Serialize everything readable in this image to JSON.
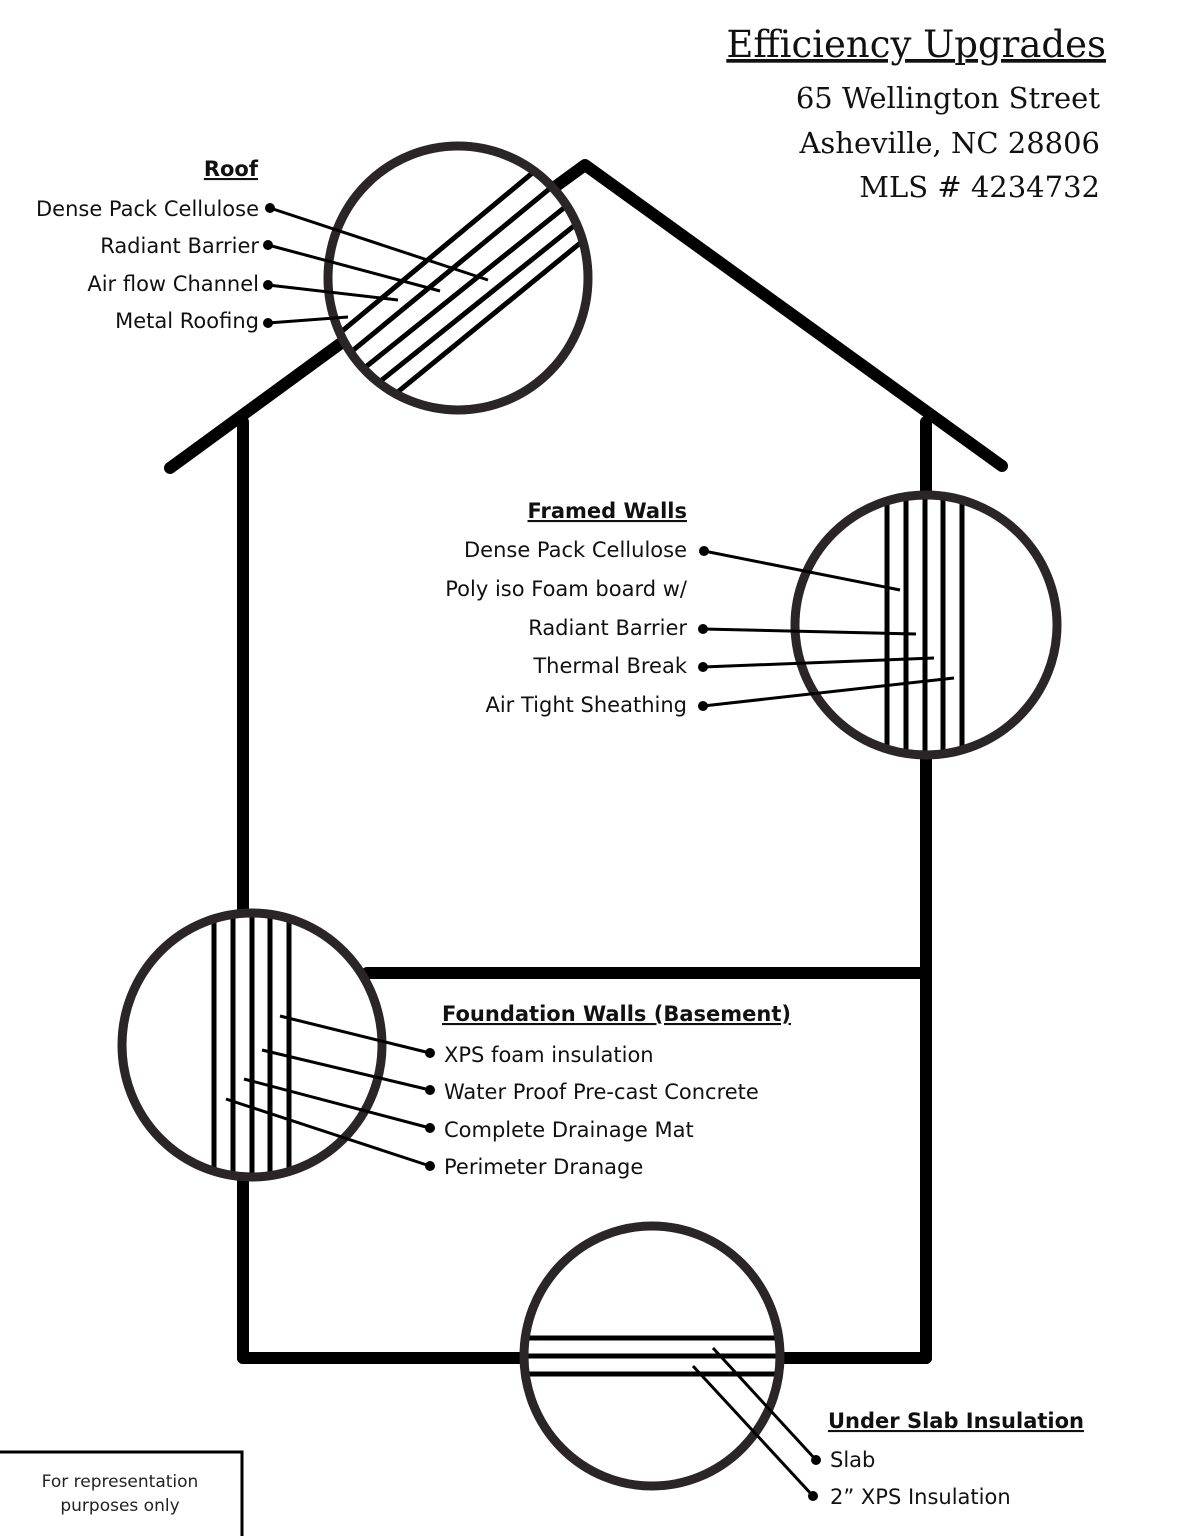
{
  "header": {
    "title": "Efficiency Upgrades",
    "address_line1": "65 Wellington Street",
    "address_line2": "Asheville, NC 28806",
    "mls": "MLS # 4234732"
  },
  "roof": {
    "heading": "Roof",
    "items": [
      "Dense Pack Cellulose",
      "Radiant Barrier",
      "Air flow Channel",
      "Metal Roofing"
    ]
  },
  "framed_walls": {
    "heading": "Framed Walls",
    "items": [
      "Dense Pack Cellulose",
      "Poly iso Foam board w/",
      "Radiant Barrier",
      "Thermal Break",
      "Air Tight Sheathing"
    ]
  },
  "foundation_walls": {
    "heading": "Foundation Walls (Basement)",
    "items": [
      "XPS foam insulation",
      "Water Proof Pre-cast Concrete",
      "Complete Drainage Mat",
      "Perimeter Dranage"
    ]
  },
  "under_slab": {
    "heading": "Under Slab Insulation",
    "items": [
      "Slab",
      "2” XPS Insulation"
    ]
  },
  "disclaimer": {
    "line1": "For representation",
    "line2": "purposes only"
  }
}
